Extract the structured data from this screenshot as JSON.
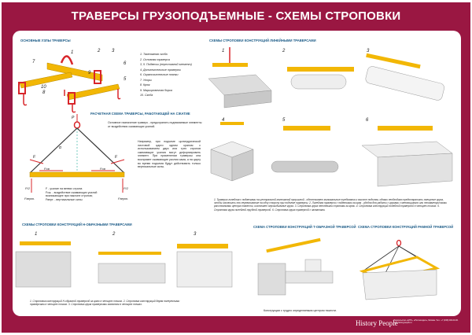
{
  "title": "ТРАВЕРСЫ ГРУЗОПОДЪЕМНЫЕ - СХЕМЫ СТРОПОВКИ",
  "colors": {
    "frame": "#9a1742",
    "beam": "#f2b705",
    "hook": "#d8252a",
    "heading": "#1a5a86"
  },
  "main_parts": {
    "heading": "Основные узлы траверсы",
    "callouts": [
      "1",
      "2",
      "3",
      "4",
      "5",
      "6",
      "7",
      "8",
      "9",
      "10"
    ],
    "legend": [
      "1. Такелажная скоба",
      "2. Основная траверса",
      "3, 5. Подвески (переставной элемент)",
      "4. Дополнительные траверсы",
      "6. Ограничительные планки",
      "7. Упоры",
      "8. Крюк",
      "9. Маркировочная бирка",
      "10. Скоба"
    ]
  },
  "calc_scheme": {
    "heading": "Расчетная схема траверсы, работающей на сжатие",
    "labels": {
      "P": "P",
      "F": "F",
      "alpha": "α",
      "Fcж": "Fсж",
      "P2": "P/2",
      "Fvert": "Fверт."
    },
    "intro": "Основное назначение траверс - предохранять поднимаемые элементы от воздействия сжимающих усилий.",
    "example": "Например, при подъеме цилиндрической листовой царги одним краном с использованием двух или трех стропов сжимающие усилия могут деформировать элемент. При применении траверсы она воспримет сжимающие усилия сама, а на царгу во время подъема будут действовать только вертикальные силы.",
    "legend": [
      "F - усилие на ветвях стропа",
      "Fсж. - воздействие сжимающих усилий возникающее при наклоне стропов;",
      "Fверт. - вертикальные силы"
    ]
  },
  "linear": {
    "heading": "Схемы строповки конструкций линейными траверсами",
    "items": [
      "1",
      "2",
      "3",
      "4",
      "5",
      "6"
    ],
    "caption": "1. Траверса линейная с подвесками на центральной монтажной проушиной - обеспечивает минимальные требования к высоте подъема, однако необходимо предотвратить смещение груза, чтобы исключить его переваливание на одну сторону при подъеме траверсы. 2. Линейная траверса с подвесками за края - удобна для работы с грузами с меняющимися или несимметричными расстояниями центра тяжести, исключает опрокидывание груза. 3. Строповка груза петлевыми стропами за крюк. 4. Строповка конструкций линейной траверсой в четырех точках. 5. Строповка груза линейной трубной траверсой. 6. Строповка груза траверсой с захватами."
  },
  "h_shaped": {
    "heading": "Схемы строповки конструкций Н-образными траверсами",
    "items": [
      "1",
      "2",
      "3"
    ],
    "caption": "1. Строповка конструкций Н-образной траверсой за краю в четырех точках. 2. Строповка конструкций двумя поперечными траверсами в четырех точках. 3. Строповка груза траверсами захватом в четырех точках."
  },
  "t_shaped": {
    "heading": "Схема строповки конструкций Т-образной траверсой",
    "caption": "Конструкции с трудно определяемым центром тяжести."
  },
  "frame": {
    "heading": "Схема строповки конструкций рамной траверсой"
  },
  "footer": {
    "brand": "History People",
    "info": "Издательство «ЦНТ», «Ростехиздат», Москва. Тел.: +7 (495) 000-00-00. www.historypeople.ru"
  }
}
